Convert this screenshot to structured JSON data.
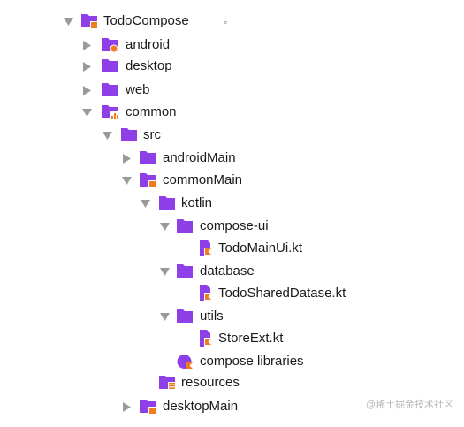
{
  "tree": {
    "root": "TodoCompose",
    "android": "android",
    "desktop": "desktop",
    "web": "web",
    "common": "common",
    "src": "src",
    "androidMain": "androidMain",
    "commonMain": "commonMain",
    "kotlin": "kotlin",
    "compose_ui": "compose-ui",
    "todo_main_ui": "TodoMainUi.kt",
    "database": "database",
    "todo_shared": "TodoSharedDatase.kt",
    "utils": "utils",
    "store_ext": "StoreExt.kt",
    "compose_libraries": "compose libraries",
    "resources": "resources",
    "desktopMain": "desktopMain"
  },
  "icons": {
    "folder_color": "#8e3fe8",
    "module_badge_color": "#f07c1f",
    "expanded_arrow": "chevron-down-icon",
    "collapsed_arrow": "chevron-right-icon"
  },
  "watermark": "@稀土掘金技术社区"
}
